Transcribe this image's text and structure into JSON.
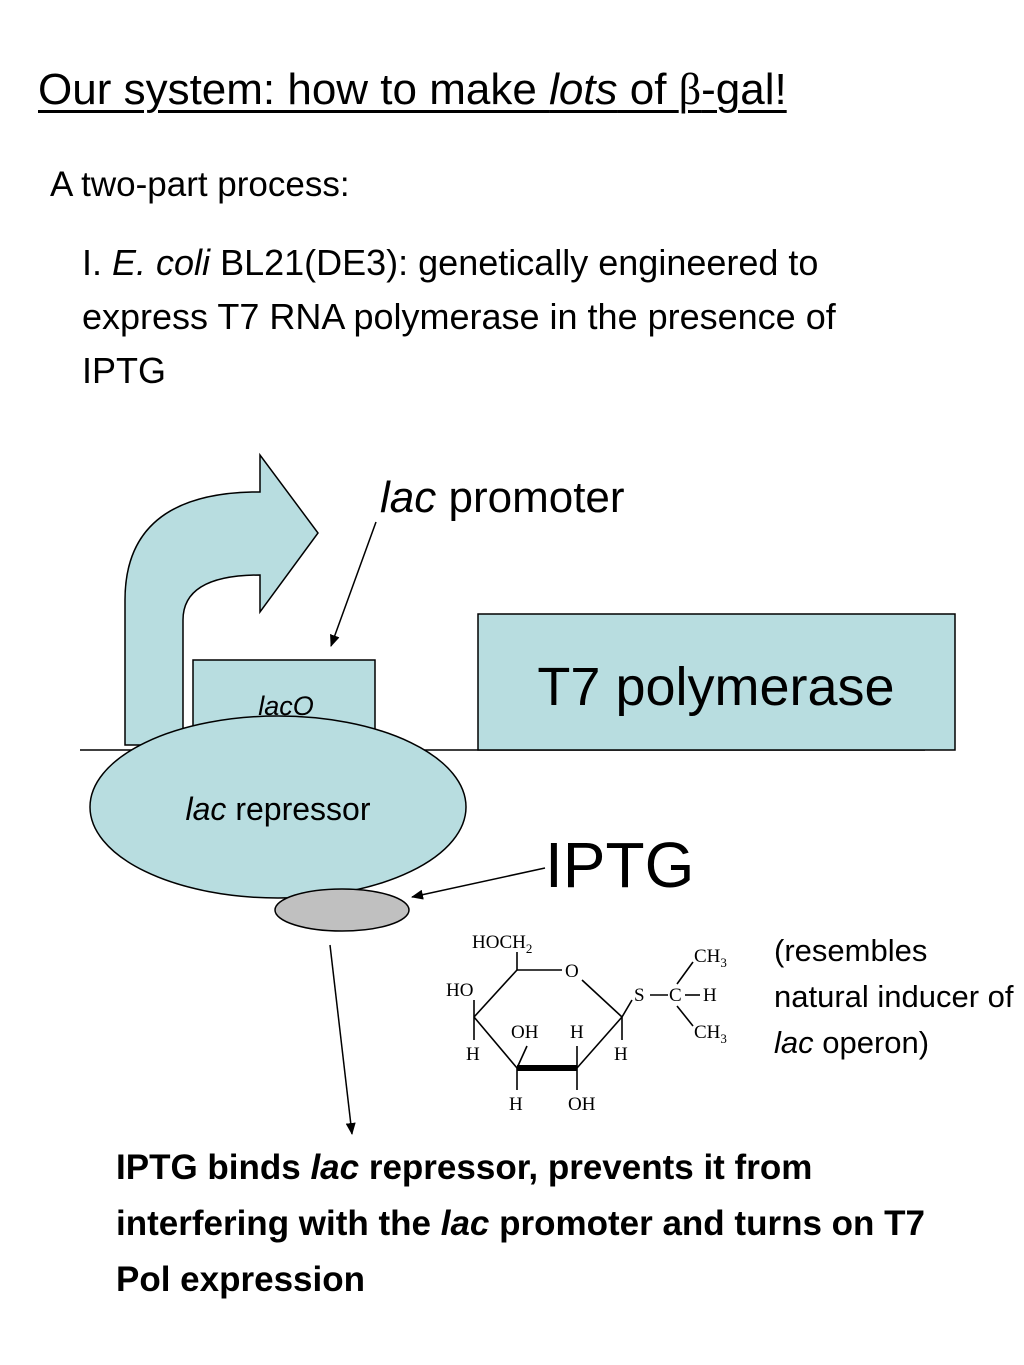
{
  "title": {
    "part1": "Our system: how to make ",
    "italic": "lots",
    "part2": " of ",
    "beta": "β",
    "part3": "-gal!"
  },
  "subtitle": "A two-part process:",
  "step1": {
    "numeral": "I. ",
    "species_italic": "E. coli",
    "rest": " BL21(DE3): genetically engineered to express T7 RNA polymerase in the presence of IPTG"
  },
  "diagram": {
    "promoter_label_italic": "lac",
    "promoter_label_rest": " promoter",
    "operator_label": "lacO",
    "gene_label": "T7 polymerase",
    "repressor_label_italic": "lac",
    "repressor_label_rest": " repressor",
    "inducer_label": "IPTG",
    "colors": {
      "box_fill": "#b8dde0",
      "stroke": "#000000",
      "inducer_fill": "#c0c0c0"
    }
  },
  "structure": {
    "hoch2": "HOCH",
    "hoch2_sub": "2",
    "ring_o": "O",
    "ho": "HO",
    "h_left": "H",
    "oh_inner": "OH",
    "h_inner": "H",
    "h_right": "H",
    "h_bottom": "H",
    "oh_bottom": "OH",
    "s": "S",
    "c": "C",
    "h_methyl": "H",
    "ch3_top": "CH",
    "ch3_top_sub": "3",
    "ch3_bottom": "CH",
    "ch3_bottom_sub": "3"
  },
  "side_note": {
    "text": "(resembles natural inducer of ",
    "italic": "lac",
    "rest": " operon)"
  },
  "conclusion": {
    "part1": "IPTG binds ",
    "italic1": "lac",
    "part2": " repressor, prevents it from interfering with the ",
    "italic2": "lac",
    "part3": " promoter and turns on T7 Pol expression"
  }
}
